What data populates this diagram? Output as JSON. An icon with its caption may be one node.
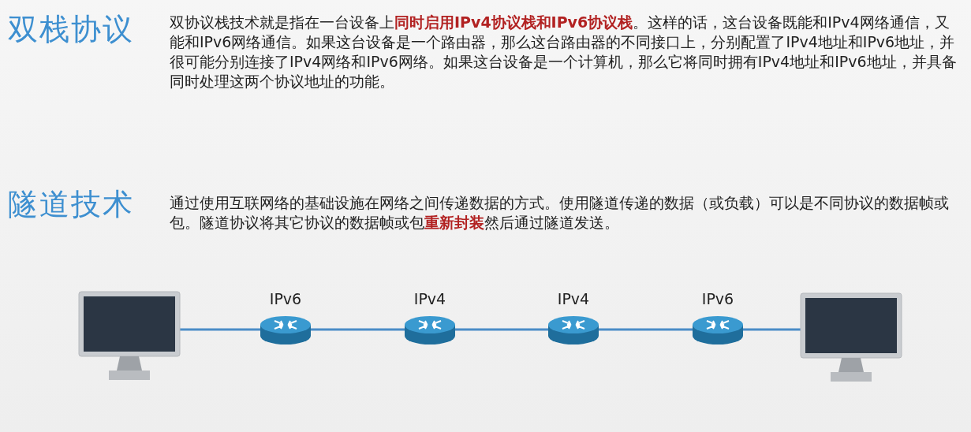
{
  "diagram": {
    "nodes": [
      {
        "text": [],
        "shape": "picture"
      },
      {
        "text": [
          "IPv6"
        ]
      },
      {
        "text": [
          "IPv4"
        ]
      },
      {
        "text": [
          "IPv4"
        ]
      },
      {
        "text": [
          "IPv6"
        ]
      },
      {
        "text": [],
        "shape": "picture"
      }
    ],
    "edges": [
      {
        "from": 0,
        "to": 1,
        "arrow": "none"
      },
      {
        "from": 1,
        "to": 2,
        "arrow": "none"
      },
      {
        "from": 2,
        "to": 3,
        "arrow": "none"
      },
      {
        "from": 3,
        "to": 4,
        "arrow": "none"
      },
      {
        "from": 4,
        "to": 5,
        "arrow": "none"
      }
    ],
    "labels": [
      "双栈协议",
      "双协议栈技术就是指在一台设备上**同时启用IPv4协议栈和IPv6协议栈**。这样的话，这台设备既能和IPv4网络通信，又能和IPv6网络通信。如果这台设备是一个路由器，那么这台路由器的不同接口上，分别配置了IPv4地址和IPv6地址，并很可能分别连接了IPv4网络和IPv6网络。如果这台设备是一个计算机，那么它将同时拥有IPv4地址和IPv6地址，并具备同时处理这两个协议地址的功能。",
      "隧道技术",
      "通过使用互联网络的基础设施在网络之间传递数据的方式。使用隧道传递的数据（或负载）可以是不同协议的数据帧或包。隧道协议将其它协议的数据帧或包**重新封装**然后通过隧道发送。"
    ]
  }
}
